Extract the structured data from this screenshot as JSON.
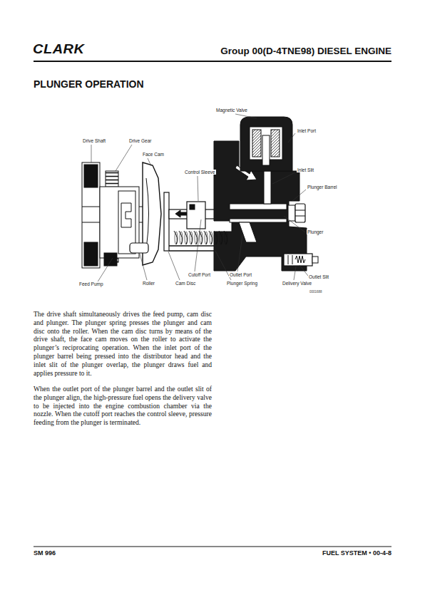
{
  "diagram": {
    "title": "PLUNGER OPERATION",
    "labels": [
      "CLARK",
      "Group 00(D-4TNE98) DIESEL ENGINE",
      "Magnetic Valve",
      "Inlet Port",
      "Drive Shaft",
      "Drive Gear",
      "Face Cam",
      "Control Sleeve",
      "Inlet Slit",
      "Plunger Barrel",
      "Plunger",
      "Cutoff Port",
      "Outlet Port",
      "Outlet Slit",
      "Feed Pump",
      "Roller",
      "Cam Disc",
      "Plunger Spring",
      "Delivery Valve",
      "0001688",
      "The drive shaft simultaneously drives the feed pump, cam disc and plunger. The plunger spring presses the plunger and cam disc onto the roller. When the cam disc turns by means of the drive shaft, the face cam moves on the roller to activate the plunger’s reciprocating operation. When the inlet port of the plunger barrel being pressed into the distributor head and the inlet slit of the plunger overlap, the plunger draws fuel and applies pressure to it.",
      "When the outlet port of the plunger barrel and the outlet slit of the plunger align, the high-pressure fuel opens the delivery valve to be injected into the engine combustion chamber via the nozzle. When the cutoff port reaches the control sleeve, pressure feeding from the plunger is terminated.",
      "SM 996",
      "FUEL SYSTEM • 00-4-8"
    ]
  }
}
